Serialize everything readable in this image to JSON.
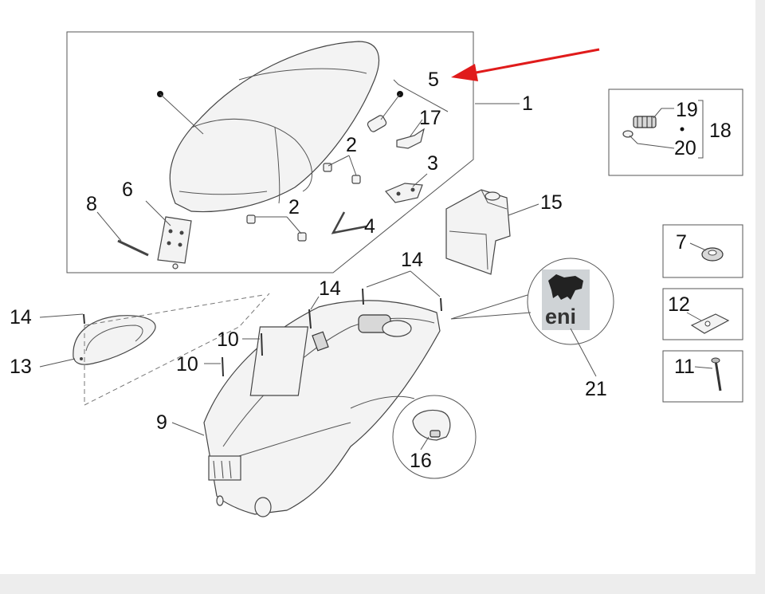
{
  "callouts": {
    "c1": "1",
    "c2a": "2",
    "c2b": "2",
    "c3": "3",
    "c4": "4",
    "c5": "5",
    "c6": "6",
    "c7": "7",
    "c8": "8",
    "c9": "9",
    "c10a": "10",
    "c10b": "10",
    "c11": "11",
    "c12": "12",
    "c13": "13",
    "c14a": "14",
    "c14b": "14",
    "c14c": "14",
    "c15": "15",
    "c16": "16",
    "c17": "17",
    "c18": "18",
    "c19": "19",
    "c20": "20",
    "c21": "21"
  },
  "logo": {
    "text": "eni"
  },
  "colors": {
    "background": "#ededed",
    "canvas": "#ffffff",
    "arrow": "#e01b1b",
    "line": "#555555"
  }
}
